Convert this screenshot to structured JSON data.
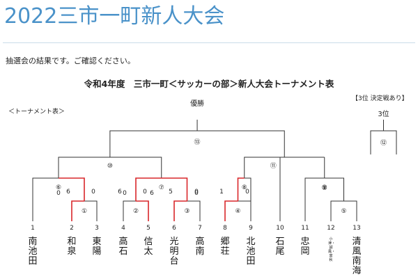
{
  "page": {
    "heading": "2022三市一町新人大会",
    "intro": "抽選会の結果です。ご確認ください。",
    "title": "令和4年度　三市一町＜サッカーの部＞新人大会トーナメント表",
    "third_place_note": "【3位 決定戦あり】",
    "bracket_label": "＜トーナメント表＞"
  },
  "bracket": {
    "champion_label": "優勝",
    "third_place_label": "3位",
    "teams": [
      {
        "num": "1",
        "name": "南池田"
      },
      {
        "num": "2",
        "name": "和泉"
      },
      {
        "num": "3",
        "name": "東陽"
      },
      {
        "num": "4",
        "name": "高石"
      },
      {
        "num": "5",
        "name": "信太"
      },
      {
        "num": "6",
        "name": "光明台"
      },
      {
        "num": "7",
        "name": "高南"
      },
      {
        "num": "8",
        "name": "郷荘"
      },
      {
        "num": "9",
        "name": "北池田"
      },
      {
        "num": "10",
        "name": "石尾"
      },
      {
        "num": "11",
        "name": "忠岡"
      },
      {
        "num": "12",
        "name": "小津・誠風・富秋"
      },
      {
        "num": "13",
        "name": "清風南海"
      }
    ],
    "matches": {
      "m1": {
        "label": "①",
        "left_score": "6",
        "right_score": "0"
      },
      "m2": {
        "label": "②",
        "left_score": "6",
        "right_score": "0"
      },
      "m3": {
        "label": "③",
        "left_score": "5",
        "right_score": "0"
      },
      "m4": {
        "label": "④",
        "left_score": "1",
        "right_score": "0"
      },
      "m5": {
        "label": "⑤"
      },
      "m6": {
        "label": "⑥",
        "left_score": "0"
      },
      "m7": {
        "label": "⑦"
      },
      "m8": {
        "label": "⑧"
      },
      "m9": {
        "label": "⑨"
      },
      "m10": {
        "label": "⑩"
      },
      "m11": {
        "label": "⑪"
      },
      "m12": {
        "label": "⑫"
      },
      "m13": {
        "label": "⑬"
      }
    },
    "colors": {
      "winner_line": "#d9262a",
      "line": "#333333"
    }
  }
}
